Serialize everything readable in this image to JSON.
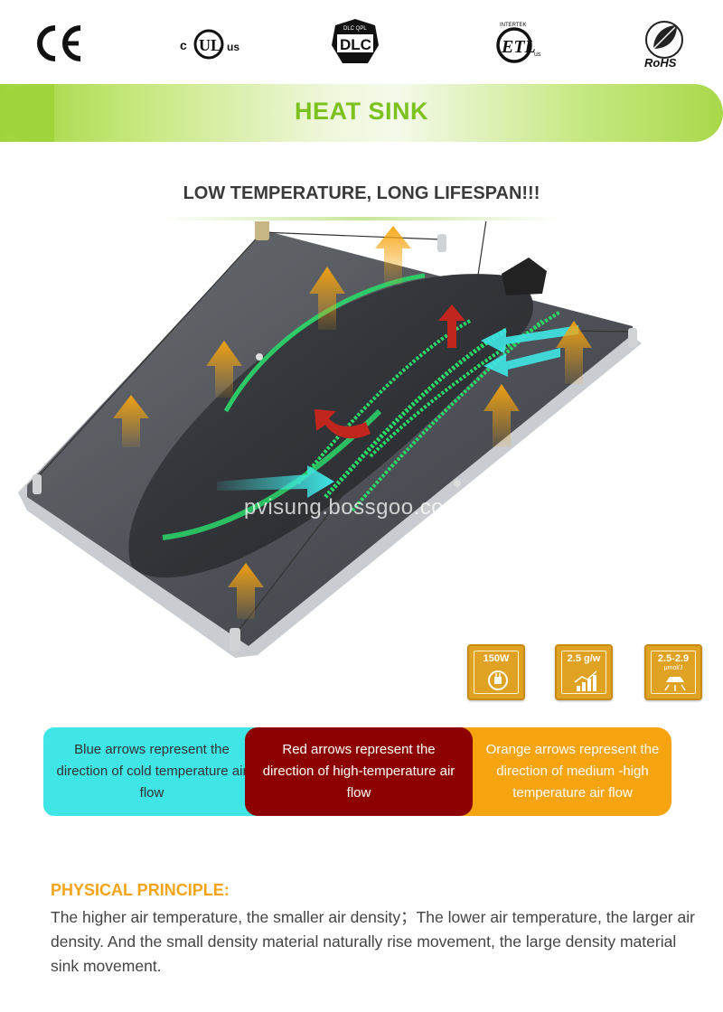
{
  "certifications": [
    {
      "name": "ce-mark",
      "label": "CE"
    },
    {
      "name": "cul-us-mark",
      "label_c": "c",
      "label_mark": "UL",
      "label_us": "us"
    },
    {
      "name": "dlc-mark",
      "label": "DLC",
      "sub": "DLC QPL"
    },
    {
      "name": "etl-mark",
      "label": "ETL",
      "sub": "INTERTEK",
      "label_us": "us"
    },
    {
      "name": "rohs-mark",
      "label": "RoHS"
    }
  ],
  "banner": {
    "title": "HEAT SINK"
  },
  "subtitle": "LOW TEMPERATURE, LONG LIFESPAN!!!",
  "watermark": "pvisung.bossgoo.com",
  "badges": [
    {
      "name": "power-badge",
      "label": "150W",
      "icon": "plug-icon"
    },
    {
      "name": "efficiency-badge",
      "label": "2.5 g/w",
      "icon": "bar-chart-icon"
    },
    {
      "name": "ppe-badge",
      "label": "2.5-2.9",
      "unit": "μmol/J",
      "icon": "lamp-icon"
    }
  ],
  "legend": {
    "blue": "Blue arrows represent the direction of cold temperature air flow",
    "red": "Red arrows represent the direction of high-temperature air flow",
    "orange": "Orange arrows represent the direction of medium -high temperature air flow"
  },
  "colors": {
    "accent_green": "#7cc11e",
    "cold_air": "#40e6e6",
    "hot_air": "#8c0000",
    "medium_air": "#f6a40f"
  },
  "principle": {
    "title": "PHYSICAL PRINCIPLE:",
    "text": "The higher air temperature, the smaller air density；The lower air temperature, the larger air density. And the small density material naturally rise movement, the large density material sink movement."
  }
}
